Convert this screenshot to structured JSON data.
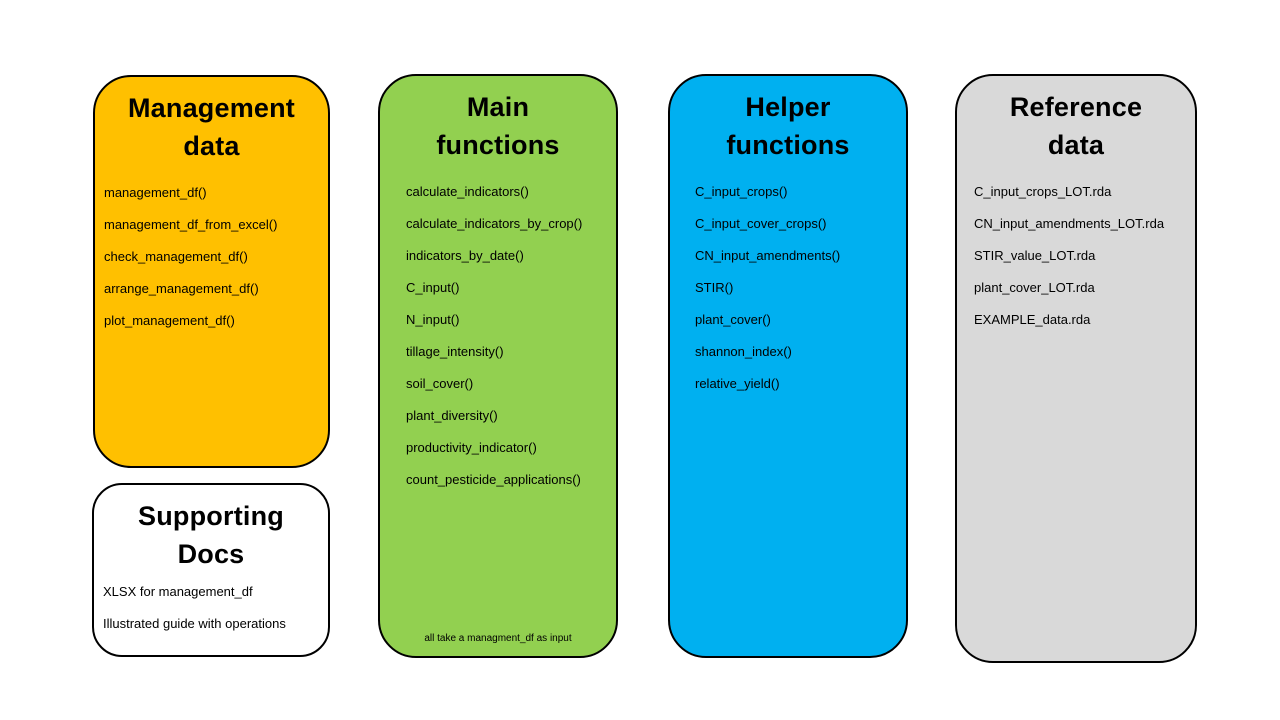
{
  "canvas": {
    "background": "#FFFFFF"
  },
  "colors": {
    "management_fill": "#FFC000",
    "supporting_fill": "#FFFFFF",
    "main_fill": "#92D050",
    "helper_fill": "#00B0F0",
    "reference_fill": "#D9D9D9",
    "border": "#000000",
    "text": "#000000"
  },
  "boxes": {
    "management": {
      "title": "Management\ndata",
      "items": [
        "management_df()",
        "management_df_from_excel()",
        "check_management_df()",
        "arrange_management_df()",
        "plot_management_df()"
      ]
    },
    "supporting": {
      "title": "Supporting\nDocs",
      "items": [
        "XLSX for management_df",
        "Illustrated guide with operations"
      ]
    },
    "main": {
      "title": "Main\nfunctions",
      "items": [
        "calculate_indicators()",
        "calculate_indicators_by_crop()",
        "indicators_by_date()",
        "C_input()",
        "N_input()",
        "tillage_intensity()",
        "soil_cover()",
        "plant_diversity()",
        "productivity_indicator()",
        "count_pesticide_applications()"
      ],
      "footnote": "all take a managment_df as input"
    },
    "helper": {
      "title": "Helper\nfunctions",
      "items": [
        "C_input_crops()",
        "C_input_cover_crops()",
        "CN_input_amendments()",
        "STIR()",
        "plant_cover()",
        "shannon_index()",
        "relative_yield()"
      ]
    },
    "reference": {
      "title": "Reference\ndata",
      "items": [
        "C_input_crops_LOT.rda",
        "CN_input_amendments_LOT.rda",
        "STIR_value_LOT.rda",
        "plant_cover_LOT.rda",
        "EXAMPLE_data.rda"
      ]
    }
  }
}
